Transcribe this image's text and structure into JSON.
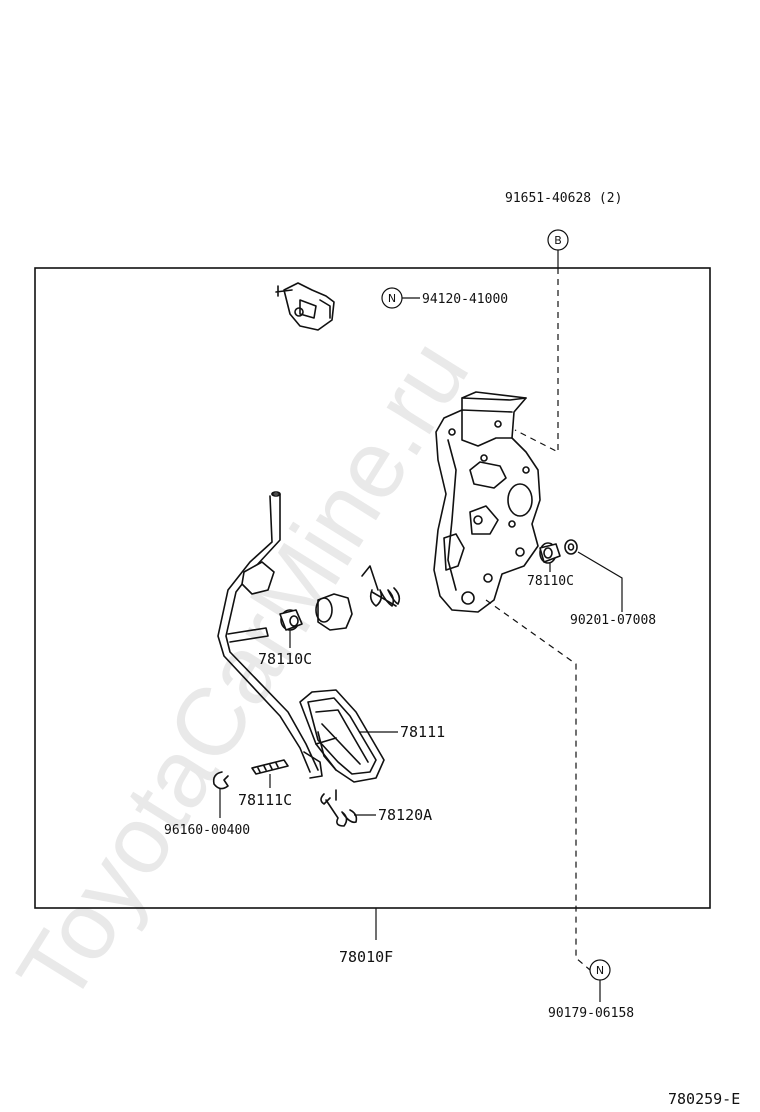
{
  "watermark": "ToyotaCarMine.ru",
  "callouts": {
    "bolt": {
      "part_no": "91651-40628 (2)",
      "marker": "B"
    },
    "bracket_assy": {
      "part_no": "94120-41000",
      "marker": "N"
    },
    "bushing_right": {
      "part_no": "78110C"
    },
    "washer": {
      "part_no": "90201-07008"
    },
    "bushing_left": {
      "part_no": "78110C"
    },
    "pad": {
      "part_no": "78111"
    },
    "pin": {
      "part_no": "78111C"
    },
    "clip": {
      "part_no": "96160-00400"
    },
    "spring": {
      "part_no": "78120A"
    },
    "pedal_assy": {
      "part_no": "78010F"
    },
    "nut": {
      "part_no": "90179-06158",
      "marker": "N"
    }
  },
  "diagram_id": "780259-E"
}
